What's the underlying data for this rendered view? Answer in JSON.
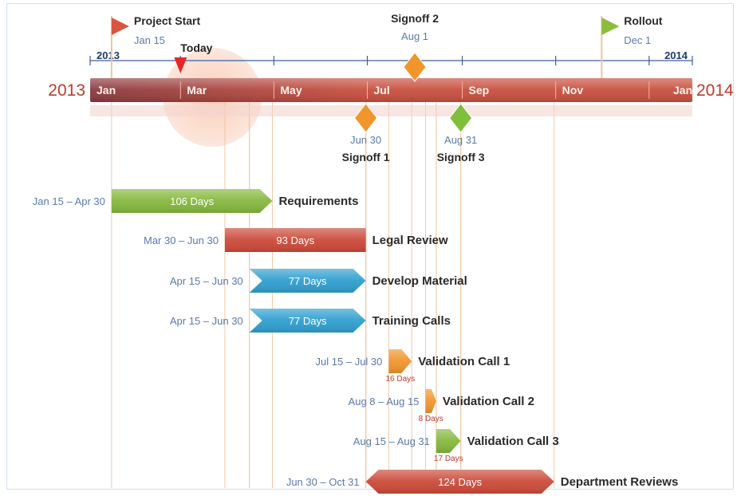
{
  "timeline": {
    "start_year_label": "2013",
    "end_year_label": "2014",
    "band_left_year": "2013",
    "band_right_year": "2014",
    "months": [
      {
        "label": "Jan",
        "date": "2013-01-01"
      },
      {
        "label": "Mar",
        "date": "2013-03-01"
      },
      {
        "label": "May",
        "date": "2013-05-01"
      },
      {
        "label": "Jul",
        "date": "2013-07-01"
      },
      {
        "label": "Sep",
        "date": "2013-09-01"
      },
      {
        "label": "Nov",
        "date": "2013-11-01"
      },
      {
        "label": "Jan",
        "date": "2014-01-01"
      }
    ],
    "today": {
      "label": "Today",
      "date": "2013-03-01"
    }
  },
  "milestones_above": [
    {
      "name": "Project Start",
      "date_label": "Jan 15",
      "date": "2013-01-15",
      "shape": "flag",
      "color": "#d9553f"
    },
    {
      "name": "Signoff 2",
      "date_label": "Aug 1",
      "date": "2013-08-01",
      "shape": "diamond",
      "color": "#f0962c"
    },
    {
      "name": "Rollout",
      "date_label": "Dec 1",
      "date": "2013-12-01",
      "shape": "flag",
      "color": "#8cbd3a"
    }
  ],
  "milestones_below": [
    {
      "name": "Signoff 1",
      "date_label": "Jun 30",
      "date": "2013-06-30",
      "color": "#f0962c"
    },
    {
      "name": "Signoff 3",
      "date_label": "Aug 31",
      "date": "2013-08-31",
      "color": "#7fbf3a"
    }
  ],
  "tasks": [
    {
      "name": "Requirements",
      "range_label": "Jan 15 – Apr 30",
      "start": "2013-01-15",
      "end": "2013-04-30",
      "duration_label": "106 Days",
      "color": "#86b83e",
      "shape": "arrow"
    },
    {
      "name": "Legal Review",
      "range_label": "Mar 30 – Jun 30",
      "start": "2013-03-30",
      "end": "2013-06-30",
      "duration_label": "93 Days",
      "color": "#cc4a3a",
      "shape": "rect"
    },
    {
      "name": "Develop Material",
      "range_label": "Apr 15 – Jun 30",
      "start": "2013-04-15",
      "end": "2013-06-30",
      "duration_label": "77 Days",
      "color": "#2f9fd0",
      "shape": "chevron"
    },
    {
      "name": "Training Calls",
      "range_label": "Apr 15 – Jun 30",
      "start": "2013-04-15",
      "end": "2013-06-30",
      "duration_label": "77 Days",
      "color": "#2f9fd0",
      "shape": "chevron"
    },
    {
      "name": "Validation Call 1",
      "range_label": "Jul 15 – Jul 30",
      "start": "2013-07-15",
      "end": "2013-07-30",
      "duration_label": "16 Days",
      "color": "#f0962c",
      "shape": "arrow"
    },
    {
      "name": "Validation Call 2",
      "range_label": "Aug 8 – Aug 15",
      "start": "2013-08-08",
      "end": "2013-08-15",
      "duration_label": "8 Days",
      "color": "#f0962c",
      "shape": "arrow"
    },
    {
      "name": "Validation Call 3",
      "range_label": "Aug 15 – Aug 31",
      "start": "2013-08-15",
      "end": "2013-08-31",
      "duration_label": "17 Days",
      "color": "#86b83e",
      "shape": "arrow"
    },
    {
      "name": "Department Reviews",
      "range_label": "Jun 30 – Oct 31",
      "start": "2013-06-30",
      "end": "2013-10-31",
      "duration_label": "124 Days",
      "color": "#cc4a3a",
      "shape": "double"
    }
  ],
  "colors": {
    "band_dark": "#8b3a3f",
    "band_light": "#c84f3f",
    "year_text": "#c0392b",
    "range_text": "#5b7aa8",
    "guide_line": "#f0c9a8"
  }
}
